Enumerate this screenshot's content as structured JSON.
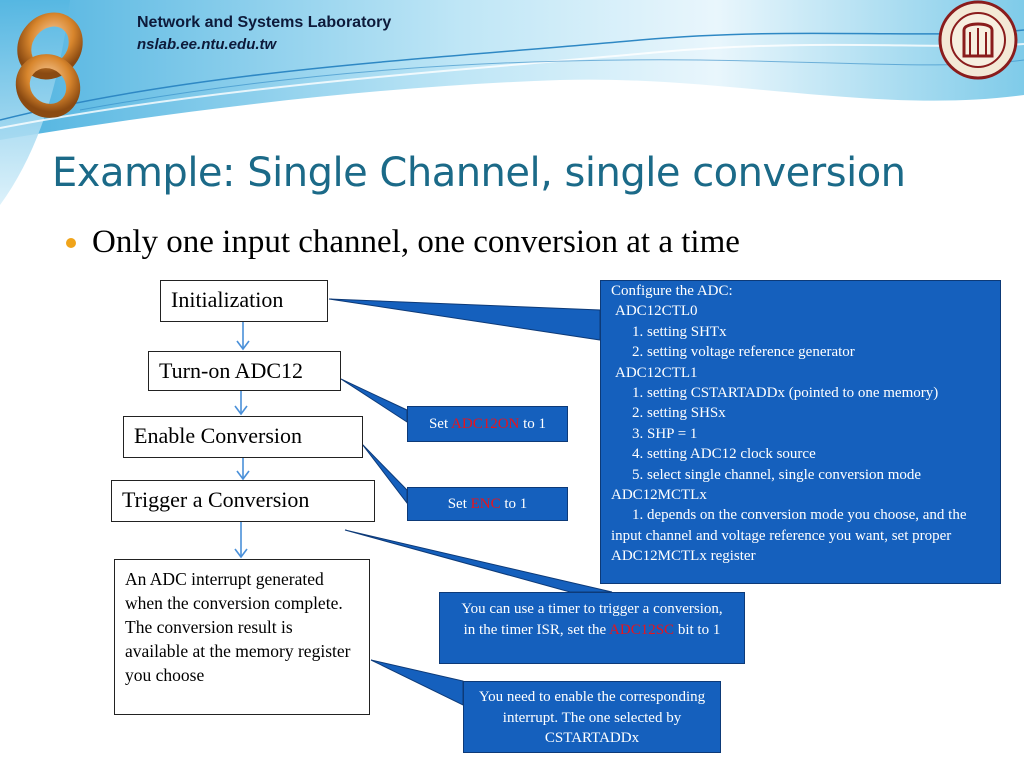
{
  "header": {
    "lab_name": "Network and Systems Laboratory",
    "lab_url": "nslab.ee.ntu.edu.tw"
  },
  "slide": {
    "title": "Example: Single Channel, single conversion",
    "bullet": "Only one input channel, one conversion at a time"
  },
  "flow": {
    "steps": [
      "Initialization",
      "Turn-on ADC12",
      "Enable Conversion",
      "Trigger a Conversion"
    ],
    "result": "An ADC interrupt generated when the conversion complete. The conversion result is available at the memory register you choose"
  },
  "callouts": {
    "config": {
      "lines": [
        "Configure the ADC:",
        " ADC12CTL0",
        "1. setting SHTx",
        "2. setting voltage reference generator",
        " ADC12CTL1",
        "1. setting CSTARTADDx (pointed to one memory)",
        "2. setting SHSx",
        "3. SHP = 1",
        "4. setting ADC12 clock source",
        "5. select single channel, single conversion mode",
        "ADC12MCTLx",
        "1. depends on the conversion mode you choose, and the input channel and voltage reference you want, set proper ADC12MCTLx register"
      ]
    },
    "adc_on": {
      "prefix": "Set ",
      "highlight": "ADC12ON",
      "suffix": " to 1"
    },
    "enc": {
      "prefix": "Set ",
      "highlight": "ENC",
      "suffix": " to 1"
    },
    "timer": {
      "prefix": "You can use a timer to trigger a conversion, in the timer ISR, set the ",
      "highlight": "ADC12SC",
      "suffix": " bit to 1"
    },
    "interrupt": {
      "text": "You need to enable the corresponding interrupt. The one selected by CSTARTADDx"
    }
  },
  "colors": {
    "title": "#1b6a88",
    "callout_fill": "#1560bd",
    "highlight": "#e8141c",
    "arrow": "#4a90d9",
    "bullet": "#f0a41a"
  }
}
